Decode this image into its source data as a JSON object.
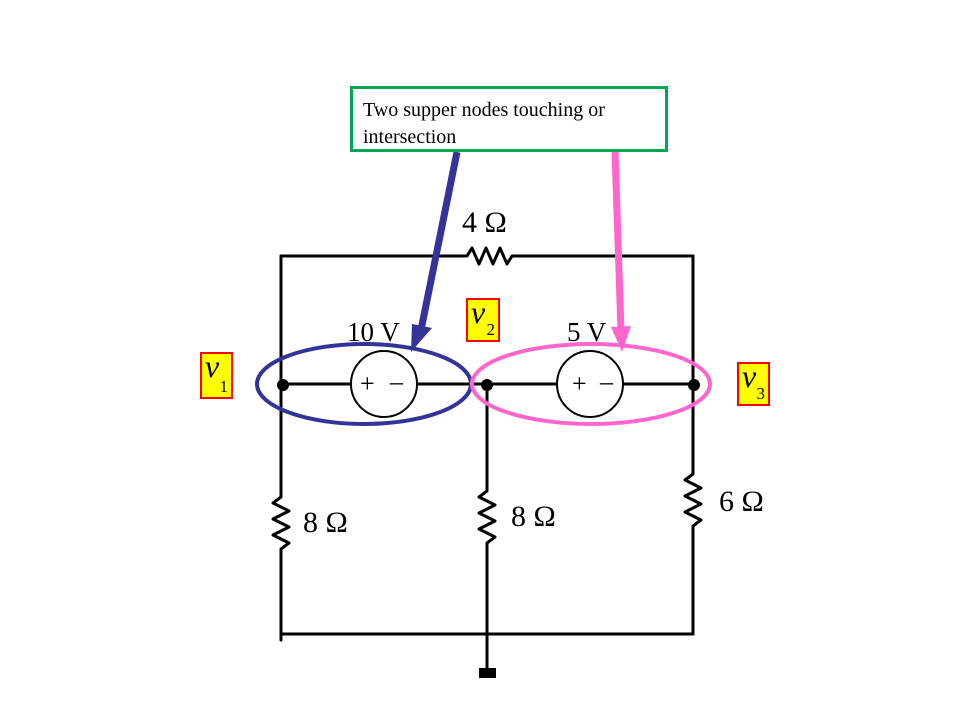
{
  "callout": {
    "text": "Two supper nodes touching or intersection"
  },
  "components": {
    "top_resistor": "4  Ω",
    "left_resistor": "8  Ω",
    "middle_resistor": "8  Ω",
    "right_resistor": "6  Ω",
    "source_left": "10 V",
    "source_right": "5 V",
    "source_polarity_plus": "+",
    "source_polarity_minus": "–"
  },
  "nodes": {
    "v1": {
      "symbol": "v",
      "subscript": "1"
    },
    "v2": {
      "symbol": "v",
      "subscript": "2"
    },
    "v3": {
      "symbol": "v",
      "subscript": "3"
    }
  },
  "colors": {
    "wire": "#000000",
    "left_supernode": "#333399",
    "right_supernode": "#ff66cc",
    "callout_border": "#00a651",
    "node_tag_fill": "#ffff00",
    "node_tag_border": "#ff0000"
  }
}
